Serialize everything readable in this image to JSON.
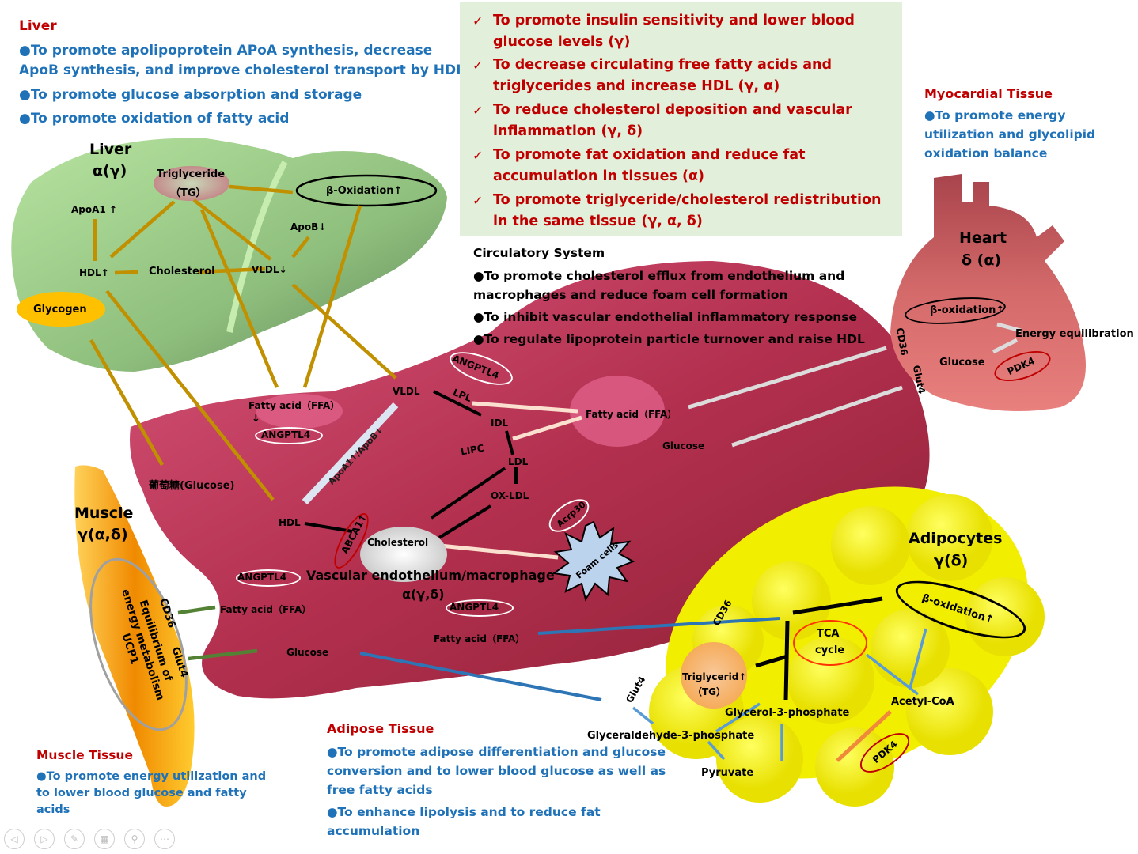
{
  "liver_panel": {
    "heading": "Liver",
    "bullets": [
      "To promote apolipoprotein APoA synthesis, decrease ApoB synthesis, and improve cholesterol transport by HDI",
      "To promote glucose absorption and storage",
      "To promote oxidation of fatty acid"
    ],
    "bullet_symbol": "●"
  },
  "effects_box": {
    "check_symbol": "✓",
    "items": [
      "To promote insulin sensitivity and lower blood glucose levels (γ)",
      "To decrease circulating free fatty acids and triglycerides and increase HDL (γ, α)",
      "To reduce cholesterol deposition and vascular inflammation (γ, δ)",
      "To promote fat oxidation and reduce fat accumulation in tissues (α)",
      "To promote triglyceride/cholesterol redistribution in the same tissue (γ, α, δ)"
    ]
  },
  "myocardial_panel": {
    "heading": "Myocardial Tissue",
    "bullets": [
      "To promote energy utilization and glycolipid oxidation balance"
    ]
  },
  "circulatory_panel": {
    "heading": "Circulatory System",
    "bullets": [
      "To promote cholesterol efflux from endothelium and macrophages and reduce foam cell formation",
      "To inhibit vascular endothelial inflammatory response",
      "To regulate lipoprotein particle turnover and raise HDL"
    ]
  },
  "muscle_panel": {
    "heading": "Muscle Tissue",
    "bullets": [
      "To promote energy utilization and to lower blood glucose and fatty acids"
    ]
  },
  "adipose_panel": {
    "heading": "Adipose Tissue",
    "bullets": [
      "To promote adipose differentiation and glucose conversion and to lower blood glucose as well as free fatty acids",
      "To enhance lipolysis and to reduce fat accumulation"
    ]
  },
  "liver_organ": {
    "title": "Liver",
    "subtype": "α(γ)",
    "triglyceride": "Triglyceride",
    "tg": "（TG）",
    "beta_oxidation": "β-Oxidation↑",
    "apoa1": "ApoA1 ↑",
    "apob": "ApoB↓",
    "hdl": "HDL↑",
    "cholesterol": "Cholesterol",
    "vldl": "VLDL↓",
    "glycogen": "Glycogen"
  },
  "vessel": {
    "ffa_top": "Fatty acid（FFA）",
    "down_arrow": "↓",
    "up_arrow": "↑",
    "angptl4": "ANGPTL4",
    "glucose_cn": "葡萄糖(Glucose)",
    "vldl": "VLDL",
    "apo_label": "ApoA1↑/ApoB↓",
    "lpl": "LPL",
    "idl": "IDL",
    "lipc": "LIPC",
    "ldl": "LDL",
    "oxldl": "OX-LDL",
    "hdl": "HDL",
    "abca1": "ABCA1↑",
    "cholesterol": "Cholesterol",
    "acrp30": "Acrp30",
    "foam_cells": "Foam cells",
    "title": "Vascular endothelium/macrophage",
    "subtype": "α(γ,δ)",
    "ffa_right": "Fatty acid（FFA）",
    "glucose_right": "Glucose",
    "ffa_left": "Fatty acid（FFA）",
    "glucose_left": "Glucose",
    "ffa_bottom": "Fatty acid（FFA）"
  },
  "heart": {
    "title": "Heart",
    "subtype": "δ (α)",
    "beta_oxidation": "β-oxidation↑",
    "energy": "Energy equilibration",
    "glucose": "Glucose",
    "pdk4": "PDK4",
    "cd36": "CD36",
    "glut4": "Glut4"
  },
  "muscle": {
    "title": "Muscle",
    "subtype": "γ(α,δ)",
    "line1": "Equilibrium of",
    "line2": "energy metabolism",
    "line3": "UCP1",
    "cd36": "CD36",
    "glut4": "Glut4"
  },
  "adipocytes": {
    "title": "Adipocytes",
    "subtype": "γ(δ)",
    "cd36": "CD36",
    "glut4": "Glut4",
    "beta_oxidation": "β-oxidation↑",
    "tca1": "TCA",
    "tca2": "cycle",
    "triglycerid": "Triglycerid↑",
    "tg": "（TG）",
    "acetyl": "Acetyl-CoA",
    "g3p": "Glycerol-3-phosphate",
    "gap": "Glyceraldehyde-3-phosphate",
    "pyruvate": "Pyruvate",
    "pdk4": "PDK4"
  },
  "nav": {
    "prev": "◁",
    "next": "▷",
    "pen": "✎",
    "slides": "▦",
    "zoom": "⚲",
    "more": "⋯"
  },
  "colors": {
    "red_heading": "#c00000",
    "blue_text": "#1f72b8",
    "box_bg": "#e2efda",
    "liver_arrow": "#c09000",
    "vessel": "#c23a5e",
    "adipo": "#f5f000"
  }
}
